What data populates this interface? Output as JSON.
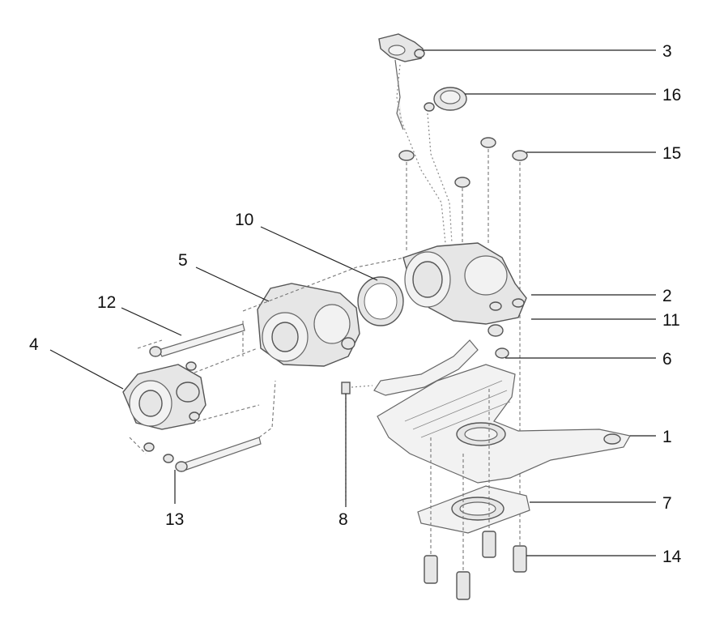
{
  "callouts": [
    {
      "id": "3",
      "label": "3"
    },
    {
      "id": "16",
      "label": "16"
    },
    {
      "id": "15",
      "label": "15"
    },
    {
      "id": "10",
      "label": "10"
    },
    {
      "id": "5",
      "label": "5"
    },
    {
      "id": "12",
      "label": "12"
    },
    {
      "id": "4",
      "label": "4"
    },
    {
      "id": "2",
      "label": "2"
    },
    {
      "id": "11",
      "label": "11"
    },
    {
      "id": "6",
      "label": "6"
    },
    {
      "id": "1",
      "label": "1"
    },
    {
      "id": "7",
      "label": "7"
    },
    {
      "id": "14",
      "label": "14"
    },
    {
      "id": "13",
      "label": "13"
    },
    {
      "id": "8",
      "label": "8"
    }
  ]
}
